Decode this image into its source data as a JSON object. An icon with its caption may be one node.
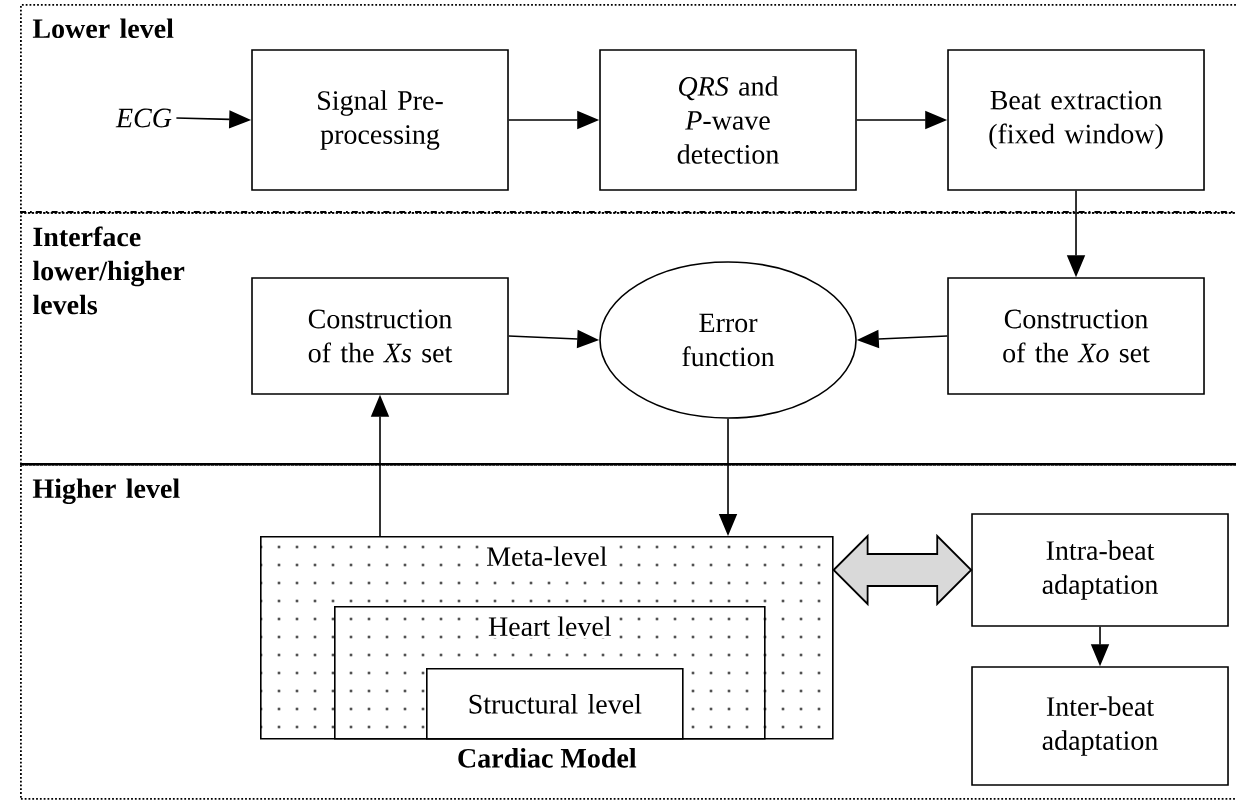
{
  "diagram": {
    "nodes": [
      {
        "text": [
          "Lower level"
        ]
      },
      {
        "text": [
          "ECG"
        ],
        "in": 0
      },
      {
        "text": [
          "Signal Pre-processing"
        ],
        "in": 0
      },
      {
        "text": [
          "*QRS* and *P*-wave detection"
        ],
        "in": 0
      },
      {
        "text": [
          "Beat extraction (fixed window)"
        ],
        "in": 0
      },
      {
        "text": [
          "Interface lower/higher levels"
        ]
      },
      {
        "text": [
          "Construction of the *Xs* set"
        ],
        "in": 5
      },
      {
        "text": [
          "Error function"
        ],
        "in": 5
      },
      {
        "text": [
          "Construction of the *Xo* set"
        ],
        "in": 5
      },
      {
        "text": [
          "Higher level"
        ]
      },
      {
        "text": [
          "Meta-level"
        ],
        "in": 9,
        "beside": [
          "Cardiac Model"
        ]
      },
      {
        "text": [
          "Heart level"
        ],
        "in": 10
      },
      {
        "text": [
          "Structural level"
        ],
        "in": 11
      },
      {
        "text": [
          "Intra-beat adaptation"
        ],
        "in": 9
      },
      {
        "text": [
          "Inter-beat adaptation"
        ],
        "in": 9
      }
    ],
    "edges": [
      {
        "from": 1,
        "to": 2,
        "arrow": "to"
      },
      {
        "from": 2,
        "to": 3,
        "arrow": "to"
      },
      {
        "from": 3,
        "to": 4,
        "arrow": "to"
      },
      {
        "from": 4,
        "to": 8,
        "arrow": "to"
      },
      {
        "from": 6,
        "to": 7,
        "arrow": "to"
      },
      {
        "from": 8,
        "to": 7,
        "arrow": "to"
      },
      {
        "from": 10,
        "to": 6,
        "arrow": "to"
      },
      {
        "from": 7,
        "to": 10,
        "arrow": "to"
      },
      {
        "from": 10,
        "to": 13,
        "arrow": "both",
        "style": "thick",
        "color": "#d9d9d9"
      },
      {
        "from": 13,
        "to": 14,
        "arrow": "to"
      }
    ]
  }
}
